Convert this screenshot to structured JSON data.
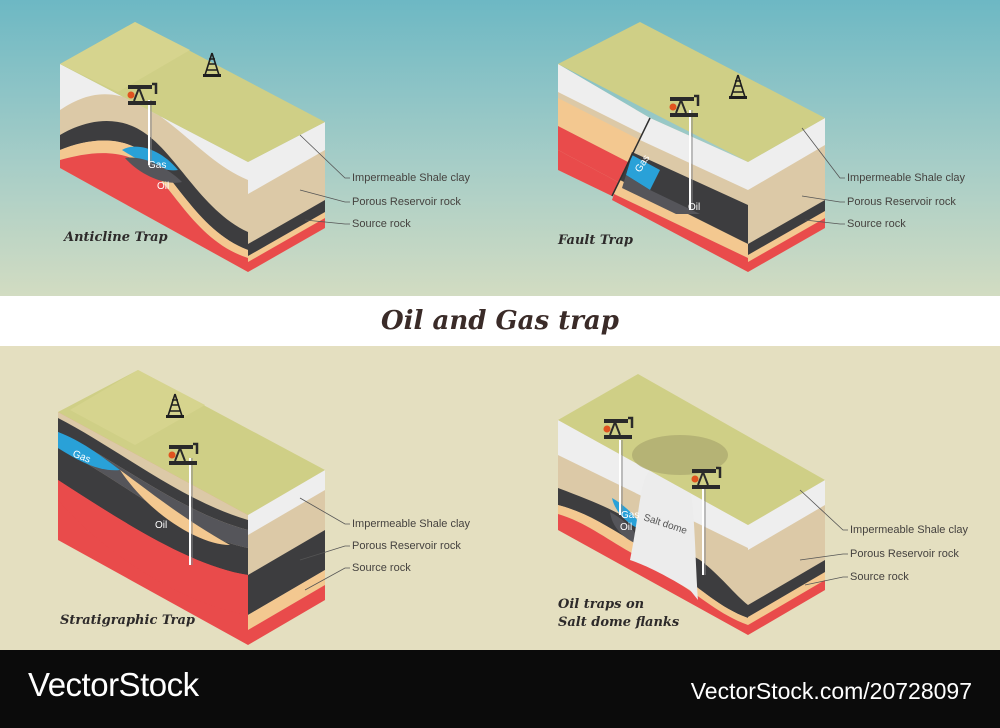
{
  "title": "Oil and Gas trap",
  "panels": [
    {
      "caption": "Anticline Trap",
      "gas": "Gas",
      "oil": "Oil"
    },
    {
      "caption": "Fault Trap",
      "gas": "Gas",
      "oil": "Oil"
    },
    {
      "caption": "Stratigraphic Trap",
      "gas": "Gas",
      "oil": "Oil"
    },
    {
      "caption_line1": "Oil traps on",
      "caption_line2": "Salt dome flanks",
      "gas": "Gas",
      "oil": "Oil",
      "salt": "Salt dome"
    }
  ],
  "legend": {
    "shale": "Impermeable Shale clay",
    "reservoir": "Porous Reservoir rock",
    "source": "Source rock"
  },
  "watermark": {
    "left": "VectorStock",
    "right": "VectorStock.com/20728097"
  },
  "colors": {
    "grass": "#cfcf86",
    "shale_light": "#eeeeee",
    "sand": "#dcc9a7",
    "dark": "#3d3d3f",
    "reservoir": "#f3c890",
    "source": "#e94b4b",
    "gas": "#29a1d8"
  }
}
